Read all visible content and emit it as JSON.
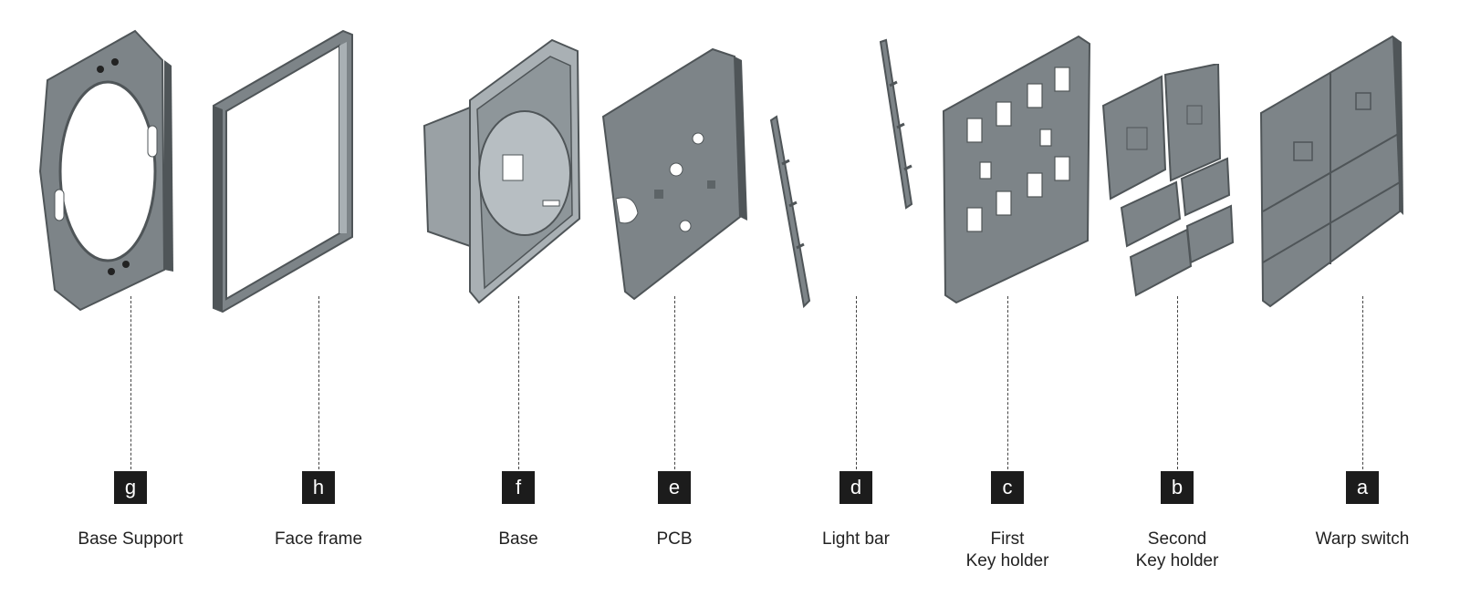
{
  "components": [
    {
      "letter": "g",
      "label_lines": [
        "Base Support"
      ]
    },
    {
      "letter": "h",
      "label_lines": [
        "Face frame"
      ]
    },
    {
      "letter": "f",
      "label_lines": [
        "Base"
      ]
    },
    {
      "letter": "e",
      "label_lines": [
        "PCB"
      ]
    },
    {
      "letter": "d",
      "label_lines": [
        "Light bar"
      ]
    },
    {
      "letter": "c",
      "label_lines": [
        "First",
        "Key holder"
      ]
    },
    {
      "letter": "b",
      "label_lines": [
        "Second",
        "Key holder"
      ]
    },
    {
      "letter": "a",
      "label_lines": [
        "Warp switch"
      ]
    }
  ],
  "colors": {
    "part_fill": "#7d8488",
    "part_dark": "#4f5558",
    "part_light": "#a9b0b4",
    "badge": "#1c1c1c"
  }
}
